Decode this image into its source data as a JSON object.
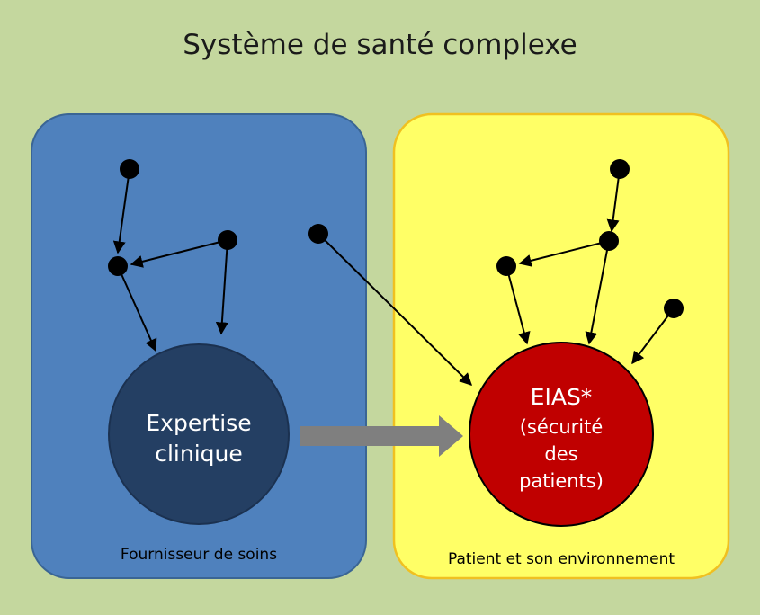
{
  "title": "Système de santé complexe",
  "panels": {
    "left": {
      "label": "Fournisseur de soins",
      "color": "#4f81bd",
      "border_color": "#3a6594"
    },
    "right": {
      "label": "Patient et son environnement",
      "color": "#ffff66",
      "border_color": "#f0c020"
    }
  },
  "nodes": {
    "expertise": {
      "line1": "Expertise",
      "line2": "clinique",
      "color": "#243f63"
    },
    "eias": {
      "line1": "EIAS*",
      "line2": "(sécurité",
      "line3": "des",
      "line4": "patients)",
      "color": "#c00000"
    }
  },
  "colors": {
    "background": "#c4d79e",
    "connector": "#000000",
    "flow_arrow": "#7f7f7f"
  }
}
